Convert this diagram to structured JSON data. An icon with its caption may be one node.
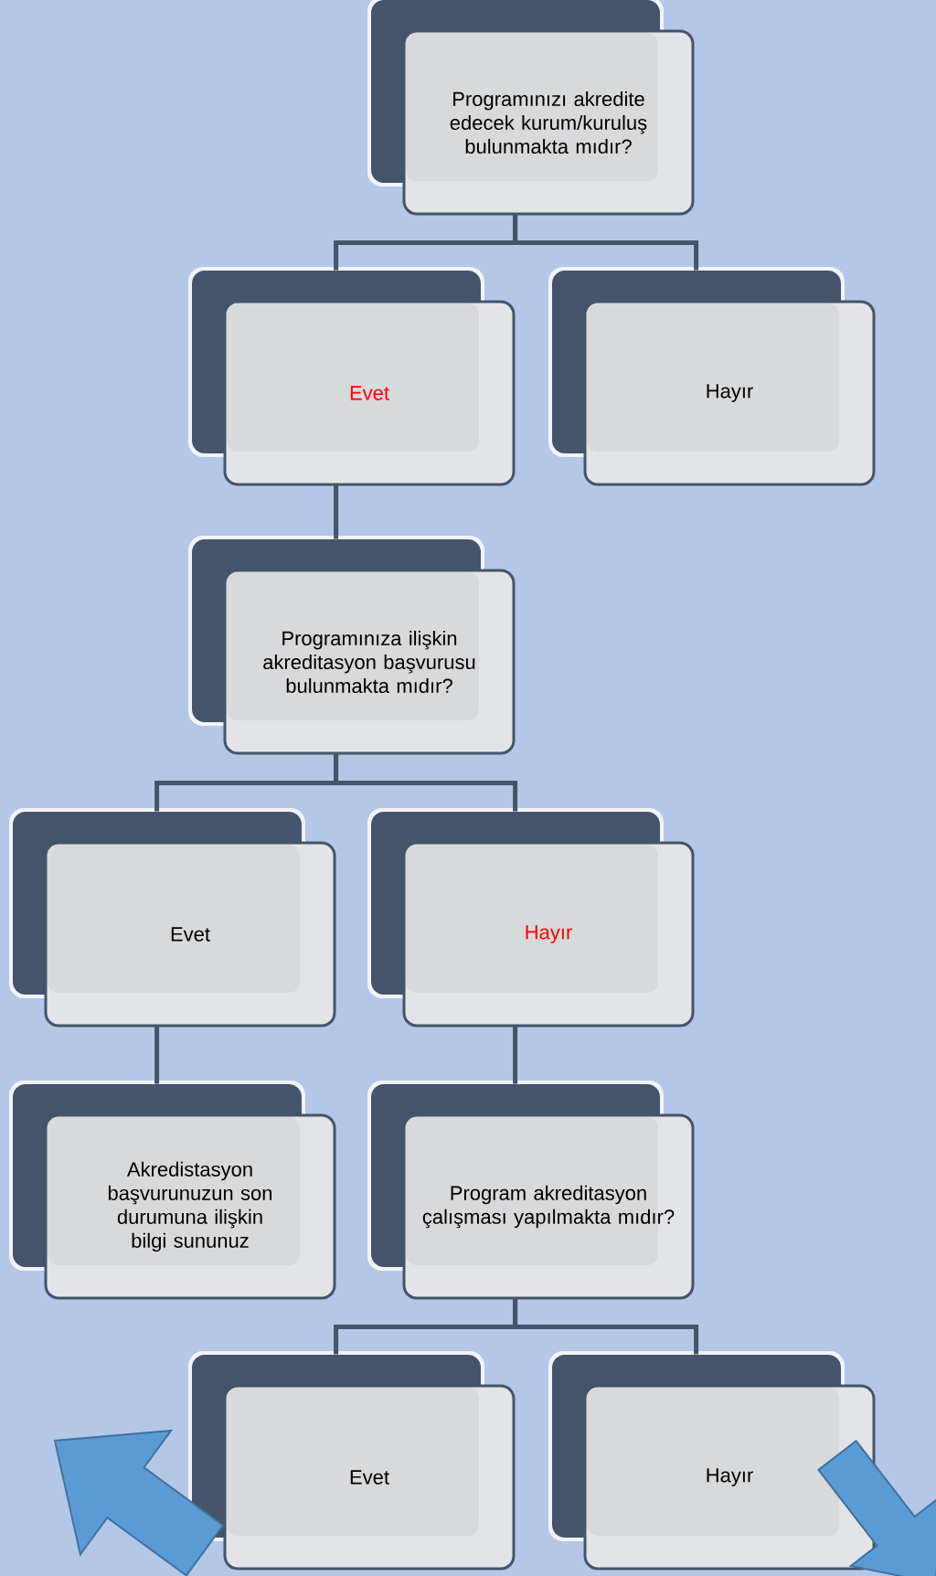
{
  "diagram": {
    "nodes": [
      {
        "text": [
          "Programınızı akredite edecek kurum/kuruluş bulunmakta mıdır?"
        ]
      },
      {
        "text": [
          "Evet"
        ]
      },
      {
        "text": [
          "Hayır"
        ]
      },
      {
        "text": [
          "Programınıza ilişkin akreditasyon başvurusu bulunmakta mıdır?"
        ]
      },
      {
        "text": [
          "Evet"
        ]
      },
      {
        "text": [
          "Hayır"
        ]
      },
      {
        "text": [
          "Akredistasyon başvurunuzun son durumuna ilişkin bilgi sununuz"
        ]
      },
      {
        "text": [
          "Program akreditasyon çalışması yapılmakta mıdır?"
        ]
      },
      {
        "text": [
          "Evet"
        ]
      },
      {
        "text": [
          "Hayır"
        ]
      }
    ],
    "edges": [
      {
        "from": 0,
        "to": 1,
        "arrow": "none"
      },
      {
        "from": 0,
        "to": 2,
        "arrow": "none"
      },
      {
        "from": 1,
        "to": 3,
        "arrow": "none"
      },
      {
        "from": 3,
        "to": 4,
        "arrow": "none"
      },
      {
        "from": 3,
        "to": 5,
        "arrow": "none"
      },
      {
        "from": 4,
        "to": 6,
        "arrow": "none"
      },
      {
        "from": 5,
        "to": 7,
        "arrow": "none"
      },
      {
        "from": 7,
        "to": 8,
        "arrow": "none"
      },
      {
        "from": 7,
        "to": 9,
        "arrow": "none"
      },
      {
        "from": 8,
        "to": null,
        "arrow": "to"
      },
      {
        "from": 9,
        "to": null,
        "arrow": "to"
      }
    ]
  }
}
